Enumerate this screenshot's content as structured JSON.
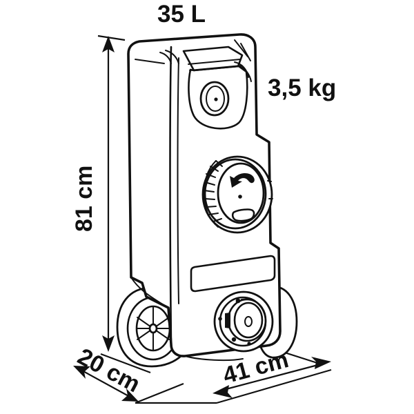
{
  "diagram": {
    "kind": "product-dimension-diagram",
    "subject": "wheeled jerrycan water container",
    "background_color": "#ffffff",
    "line_color": "#111111",
    "labels": {
      "volume": "35 L",
      "weight": "3,5 kg",
      "height": "81 cm",
      "depth": "20 cm",
      "width": "41 cm"
    },
    "measurements": [
      {
        "name": "volume",
        "value": "35",
        "unit": "L",
        "text": "35 L",
        "axis": "capacity"
      },
      {
        "name": "weight",
        "value": "3,5",
        "unit": "kg",
        "text": "3,5 kg",
        "axis": "mass"
      },
      {
        "name": "height",
        "value": "81",
        "unit": "cm",
        "text": "81 cm",
        "axis": "vertical"
      },
      {
        "name": "depth",
        "value": "20",
        "unit": "cm",
        "text": "20 cm",
        "axis": "depth"
      },
      {
        "name": "width",
        "value": "41",
        "unit": "cm",
        "text": "41 cm",
        "axis": "horizontal"
      }
    ],
    "parts": [
      "body",
      "top-handle-recess",
      "vent-cap",
      "large-screw-cap",
      "cap-turn-arrow",
      "label-panel",
      "tap-outlet",
      "left-wheel",
      "right-wheel"
    ]
  }
}
